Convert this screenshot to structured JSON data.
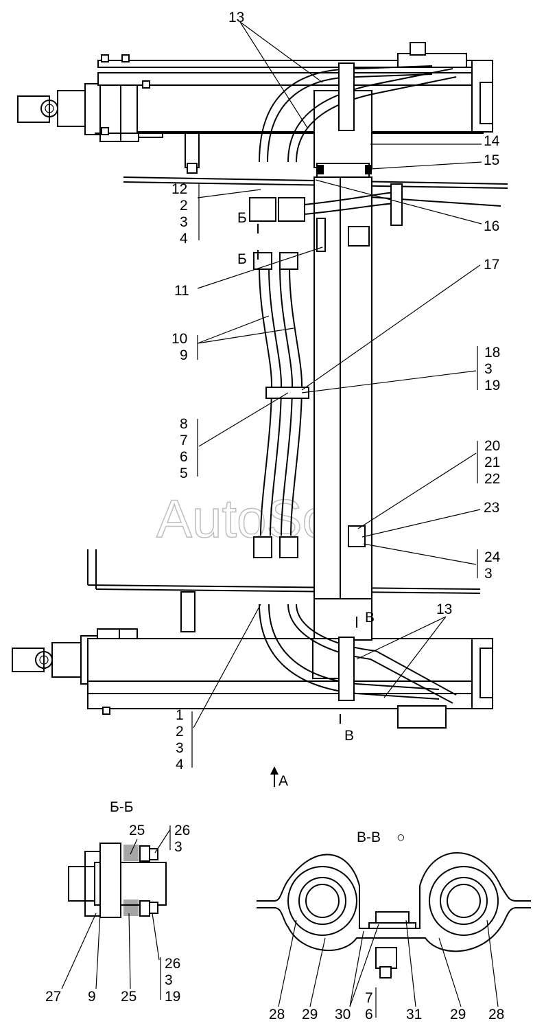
{
  "watermark": "AutoSoft",
  "labels": {
    "top_13": "13",
    "l14": "14",
    "l15": "15",
    "l16": "16",
    "l17": "17",
    "l11": "11",
    "g12": [
      "12",
      "2",
      "3",
      "4"
    ],
    "b_top": "Б",
    "b_bot": "Б",
    "g10": [
      "10",
      "9"
    ],
    "g18": [
      "18",
      "3",
      "19"
    ],
    "g8": [
      "8",
      "7",
      "6",
      "5"
    ],
    "g20": [
      "20",
      "21",
      "22"
    ],
    "l23": "23",
    "g24": [
      "24",
      "3"
    ],
    "bot_13": "13",
    "v_top": "В",
    "v_bot": "В",
    "g1": [
      "1",
      "2",
      "3",
      "4"
    ],
    "arrow_a": "А"
  },
  "section_bb": {
    "title": "Б-Б",
    "l25_top": "25",
    "g26_top": [
      "26",
      "3"
    ],
    "g26_bot": [
      "26",
      "3",
      "19"
    ],
    "l27": "27",
    "l9": "9",
    "l25_bot": "25"
  },
  "section_vv": {
    "title": "В-В",
    "rotate_symbol": "○",
    "l28a": "28",
    "l29a": "29",
    "l30": "30",
    "g7": [
      "7",
      "6"
    ],
    "l31": "31",
    "l29b": "29",
    "l28b": "28"
  }
}
